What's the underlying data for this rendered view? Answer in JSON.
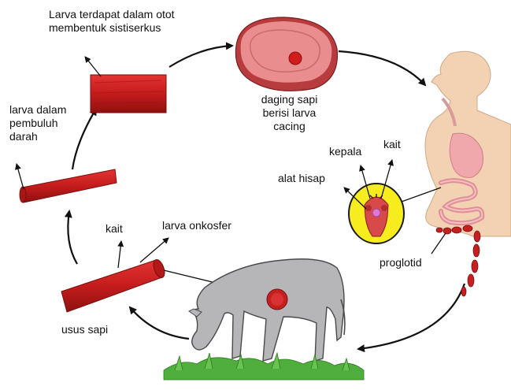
{
  "labels": {
    "top_left": "Larva terdapat dalam otot\nmembentuk sistiserkus",
    "meat": "daging sapi\nberisi larva\ncacing",
    "blood_vessel": "larva dalam\npembuluh\ndarah",
    "hook_top": "kait",
    "head": "kepala",
    "sucker": "alat hisap",
    "proglottid": "proglotid",
    "hook_bottom": "kait",
    "oncosphere": "larva onkosfer",
    "cow_intestine": "usus sapi"
  },
  "icons": [
    "meat-icon",
    "human-body-icon",
    "scolex-icon",
    "proglottid-icon",
    "cow-icon",
    "grass-icon",
    "muscle-tissue-icon",
    "blood-vessel-icon",
    "intestine-icon"
  ],
  "colors": {
    "tissue_red": "#cc1f1f",
    "meat_pink": "#e98d8f",
    "skin": "#f2d2b2",
    "scolex_yellow": "#f6ec1e",
    "cow_gray": "#b6b6b8",
    "grass_green": "#4fae3c"
  }
}
